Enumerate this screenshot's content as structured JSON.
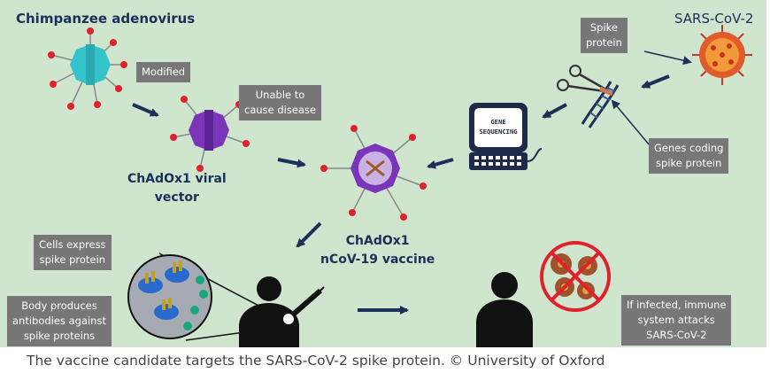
{
  "labels": {
    "chimp_adenovirus": "Chimpanzee adenovirus",
    "sars_cov2": "SARS-CoV-2",
    "viral_vector": [
      "ChAdOx1 viral",
      "vector"
    ],
    "vaccine": [
      "ChAdOx1",
      "nCoV-19 vaccine"
    ],
    "gene_sequencing": [
      "GENE",
      "SEQUENCING"
    ]
  },
  "callouts": {
    "modified": [
      "Modified"
    ],
    "unable": [
      "Unable to",
      "cause disease"
    ],
    "spike": [
      "Spike",
      "protein"
    ],
    "genes": [
      "Genes coding",
      "spike protein"
    ],
    "cells": [
      "Cells express",
      "spike protein"
    ],
    "body": [
      "Body produces",
      "antibodies against",
      "spike proteins"
    ],
    "infected": [
      "If infected, immune",
      "system attacks",
      "SARS-CoV-2"
    ]
  },
  "caption": "The vaccine candidate targets the SARS-CoV-2 spike protein. © University of Oxford",
  "colors": {
    "background": "#cfe5cd",
    "navy": "#1c2f58",
    "callout_gray": "#777777",
    "spike_red": "#e0202a",
    "adenovirus_teal": "#34c3c8",
    "vector_purple": "#7a35b8"
  }
}
